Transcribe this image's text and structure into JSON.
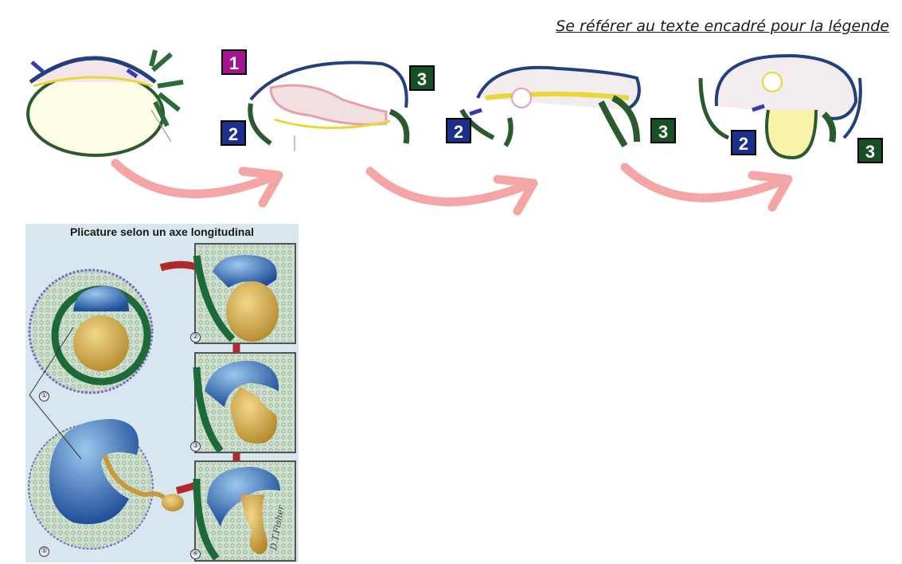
{
  "header": {
    "legend_note": "Se référer au texte encadré pour la légende"
  },
  "badges": {
    "one": "1",
    "two": "2",
    "three": "3"
  },
  "fold_figure": {
    "title": "Plicature selon un axe longitudinal",
    "stages": [
      "①",
      "②",
      "③",
      "④",
      "⑤"
    ],
    "signature": "D.T.Fisher"
  },
  "colors": {
    "badge_1": "#a4168e",
    "badge_2": "#1d2f8c",
    "badge_3": "#184f24",
    "arrow": "#f4a6a6",
    "ectoderm": "#1f4d3a",
    "yolk": "#f4f1a0"
  }
}
